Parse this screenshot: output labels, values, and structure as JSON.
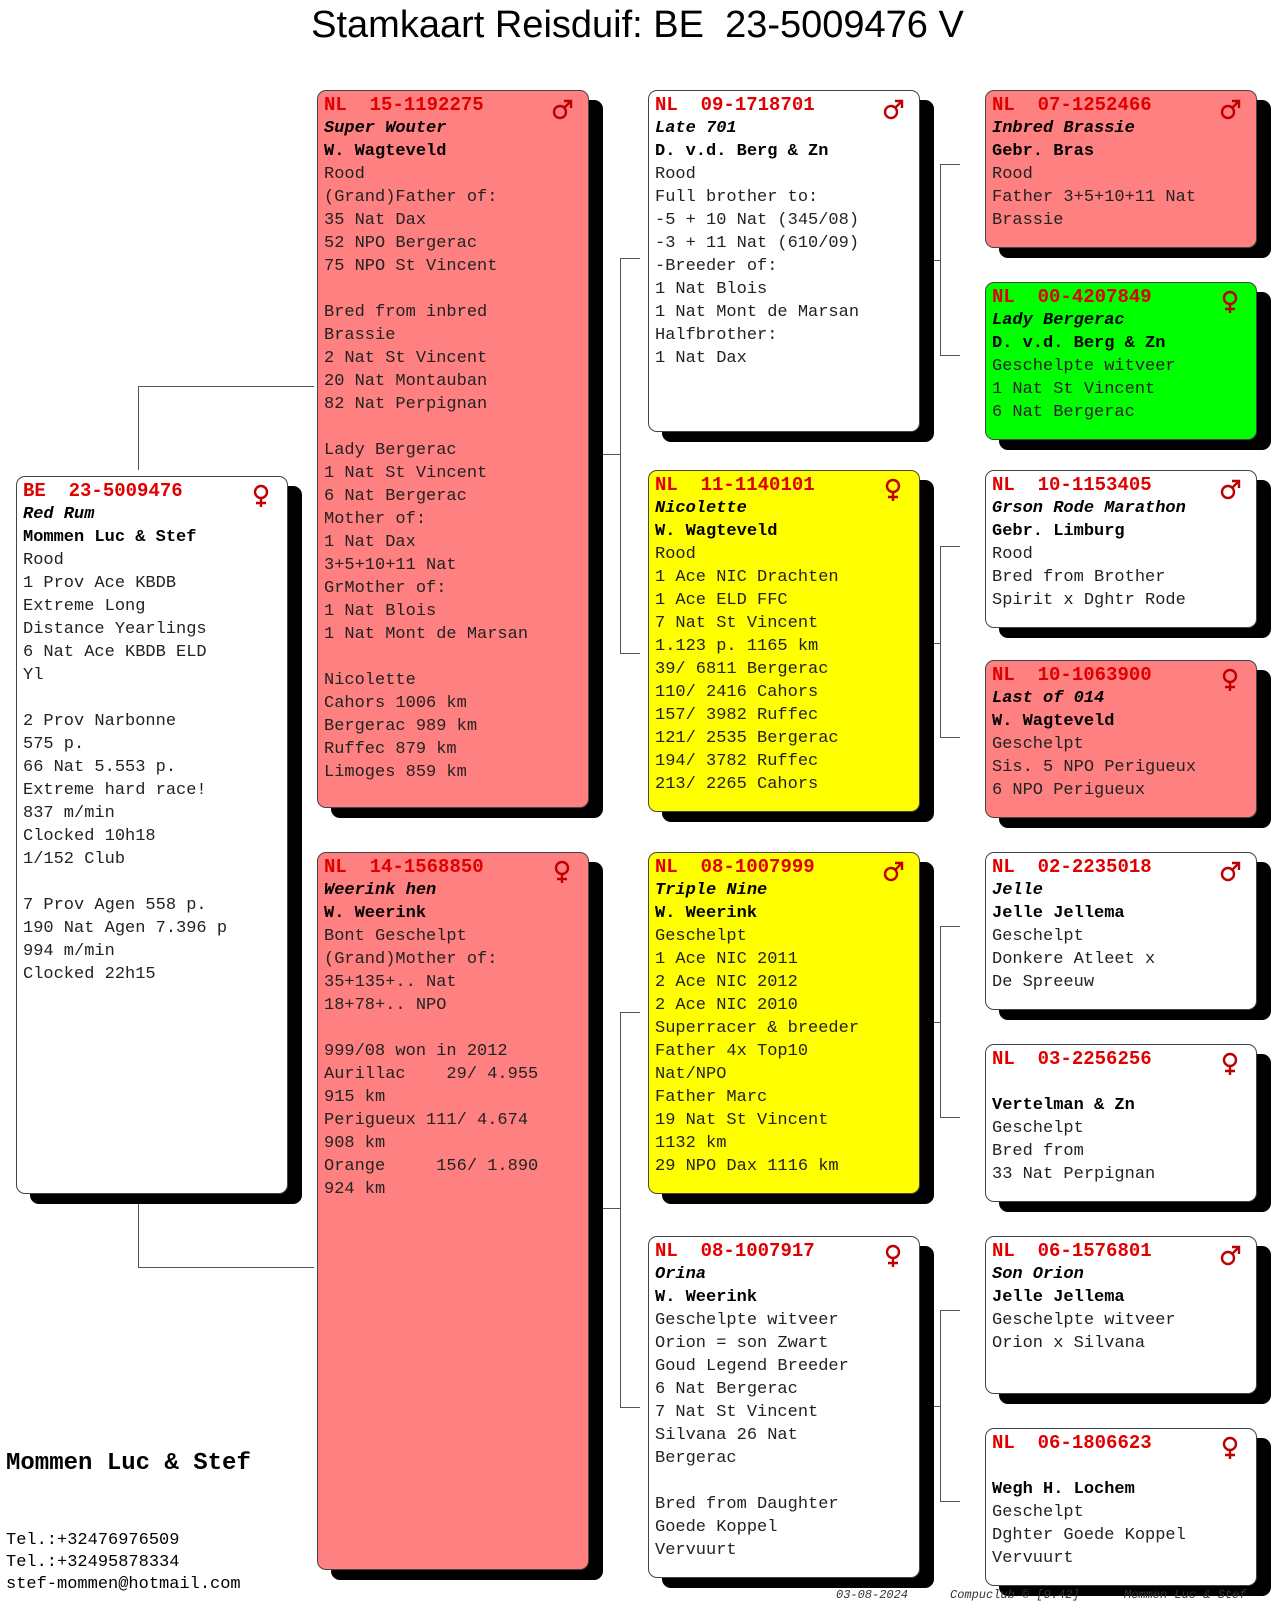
{
  "title": "Stamkaart Reisduif: BE  23-5009476 V",
  "owner": "Mommen Luc & Stef",
  "contact": {
    "tel1": "Tel.:+32476976509",
    "tel2": "Tel.:+32495878334",
    "email": "stef-mommen@hotmail.com"
  },
  "footer": {
    "date": "03-08-2024",
    "software": "Compuclub © [9.42]",
    "owner": "Mommen Luc & Stef"
  },
  "sex_symbols": {
    "male": "male-symbol",
    "female": "female-symbol"
  },
  "colors": {
    "red": "#ff8080",
    "yellow": "#ffff00",
    "green": "#00ff00",
    "white": "#ffffff",
    "ring_text": "#e00000"
  },
  "pigeons": {
    "subject": {
      "country": "BE",
      "ring": "23-5009476",
      "sex": "female",
      "name": "Red Rum",
      "breeder": "Mommen Luc & Stef",
      "lines": [
        "Rood",
        "1 Prov Ace KBDB",
        "Extreme Long",
        "Distance Yearlings",
        "6 Nat Ace KBDB ELD",
        "Yl",
        "",
        "2 Prov Narbonne",
        "575 p.",
        "66 Nat 5.553 p.",
        "Extreme hard race!",
        "837 m/min",
        "Clocked 10h18",
        "1/152 Club",
        "",
        "7 Prov Agen 558 p.",
        "190 Nat Agen 7.396 p",
        "994 m/min",
        "Clocked 22h15"
      ]
    },
    "father": {
      "country": "NL",
      "ring": "15-1192275",
      "sex": "male",
      "name": "Super Wouter",
      "breeder": "W. Wagteveld",
      "lines": [
        "Rood",
        "(Grand)Father of:",
        "35 Nat Dax",
        "52 NPO Bergerac",
        "75 NPO St Vincent",
        "",
        "Bred from inbred",
        "Brassie",
        "2 Nat St Vincent",
        "20 Nat Montauban",
        "82 Nat Perpignan",
        "",
        "Lady Bergerac",
        "1 Nat St Vincent",
        "6 Nat Bergerac",
        "Mother of:",
        "1 Nat Dax",
        "3+5+10+11 Nat",
        "GrMother of:",
        "1 Nat Blois",
        "1 Nat Mont de Marsan",
        "",
        "Nicolette",
        "Cahors 1006 km",
        "Bergerac 989 km",
        "Ruffec 879 km",
        "Limoges 859 km"
      ]
    },
    "mother": {
      "country": "NL",
      "ring": "14-1568850",
      "sex": "female",
      "name": "Weerink hen",
      "breeder": "W. Weerink",
      "lines": [
        "Bont Geschelpt",
        "(Grand)Mother of:",
        "35+135+.. Nat",
        "18+78+.. NPO",
        "",
        "999/08 won in 2012",
        "Aurillac    29/ 4.955",
        "915 km",
        "Perigueux 111/ 4.674",
        "908 km",
        "Orange     156/ 1.890",
        "924 km"
      ]
    },
    "ff": {
      "country": "NL",
      "ring": "09-1718701",
      "sex": "male",
      "name": "Late 701",
      "breeder": "D. v.d. Berg & Zn",
      "lines": [
        "Rood",
        "Full brother to:",
        "-5 + 10 Nat (345/08)",
        "-3 + 11 Nat (610/09)",
        "-Breeder of:",
        "1 Nat Blois",
        "1 Nat Mont de Marsan",
        "Halfbrother:",
        "1 Nat Dax"
      ]
    },
    "fm": {
      "country": "NL",
      "ring": "11-1140101",
      "sex": "female",
      "name": "Nicolette",
      "breeder": "W. Wagteveld",
      "lines": [
        "Rood",
        "1 Ace NIC Drachten",
        "1 Ace ELD FFC",
        "7 Nat St Vincent",
        "1.123 p. 1165 km",
        "39/ 6811 Bergerac",
        "110/ 2416 Cahors",
        "157/ 3982 Ruffec",
        "121/ 2535 Bergerac",
        "194/ 3782 Ruffec",
        "213/ 2265 Cahors"
      ]
    },
    "mf": {
      "country": "NL",
      "ring": "08-1007999",
      "sex": "male",
      "name": "Triple Nine",
      "breeder": "W. Weerink",
      "lines": [
        "Geschelpt",
        "1 Ace NIC 2011",
        "2 Ace NIC 2012",
        "2 Ace NIC 2010",
        "Superracer & breeder",
        "Father 4x Top10",
        "Nat/NPO",
        "Father Marc",
        "19 Nat St Vincent",
        "1132 km",
        "29 NPO Dax 1116 km"
      ]
    },
    "mm": {
      "country": "NL",
      "ring": "08-1007917",
      "sex": "female",
      "name": "Orina",
      "breeder": "W. Weerink",
      "lines": [
        "Geschelpte witveer",
        "Orion = son Zwart",
        "Goud Legend Breeder",
        "6 Nat Bergerac",
        "7 Nat St Vincent",
        "Silvana 26 Nat",
        "Bergerac",
        "",
        "Bred from Daughter",
        "Goede Koppel",
        "Vervuurt"
      ]
    },
    "fff": {
      "country": "NL",
      "ring": "07-1252466",
      "sex": "male",
      "name": "Inbred Brassie",
      "breeder": "Gebr. Bras",
      "lines": [
        "Rood",
        "Father 3+5+10+11 Nat",
        "Brassie"
      ]
    },
    "ffm": {
      "country": "NL",
      "ring": "00-4207849",
      "sex": "female",
      "name": "Lady Bergerac",
      "breeder": "D. v.d. Berg & Zn",
      "lines": [
        "Geschelpte witveer",
        "1 Nat St Vincent",
        "6 Nat Bergerac"
      ]
    },
    "fmf": {
      "country": "NL",
      "ring": "10-1153405",
      "sex": "male",
      "name": "Grson Rode Marathon",
      "breeder": "Gebr. Limburg",
      "lines": [
        "Rood",
        "Bred from Brother",
        "Spirit x Dghtr Rode"
      ]
    },
    "fmm": {
      "country": "NL",
      "ring": "10-1063900",
      "sex": "female",
      "name": "Last of 014",
      "breeder": "W. Wagteveld",
      "lines": [
        "Geschelpt",
        "Sis. 5 NPO Perigueux",
        "6 NPO Perigueux"
      ]
    },
    "mff": {
      "country": "NL",
      "ring": "02-2235018",
      "sex": "male",
      "name": "Jelle",
      "breeder": "Jelle Jellema",
      "lines": [
        "Geschelpt",
        "Donkere Atleet x",
        "De Spreeuw"
      ]
    },
    "mfm": {
      "country": "NL",
      "ring": "03-2256256",
      "sex": "female",
      "name": "",
      "breeder": "Vertelman & Zn",
      "lines": [
        "Geschelpt",
        "Bred from",
        "33 Nat Perpignan"
      ]
    },
    "mmf": {
      "country": "NL",
      "ring": "06-1576801",
      "sex": "male",
      "name": "Son Orion",
      "breeder": "Jelle Jellema",
      "lines": [
        "Geschelpte witveer",
        "Orion x Silvana"
      ]
    },
    "mmm": {
      "country": "NL",
      "ring": "06-1806623",
      "sex": "female",
      "name": "",
      "breeder": "Wegh H. Lochem",
      "lines": [
        "Geschelpt",
        "Dghter Goede Koppel",
        "Vervuurt"
      ]
    }
  }
}
